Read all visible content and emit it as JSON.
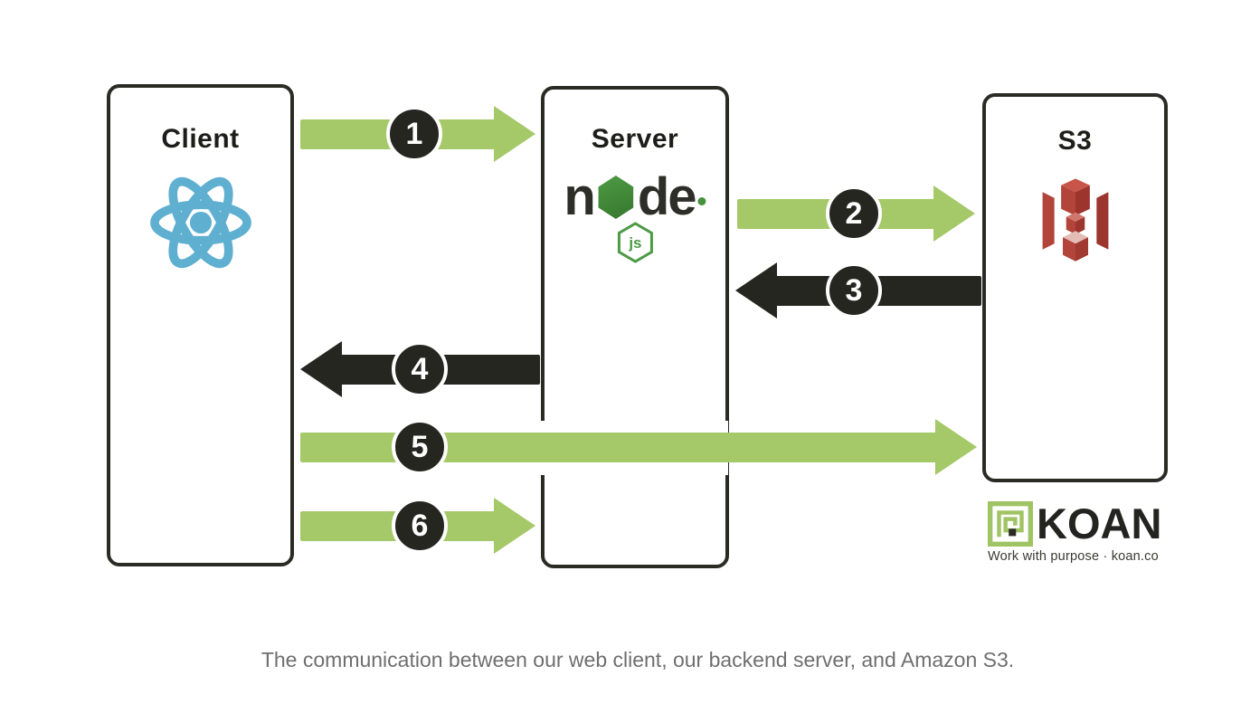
{
  "diagram": {
    "nodes": [
      {
        "id": "client",
        "label": "Client",
        "icon": "react-icon"
      },
      {
        "id": "server",
        "label": "Server",
        "icon": "nodejs-icon"
      },
      {
        "id": "s3",
        "label": "S3",
        "icon": "s3-bucket-icon"
      }
    ],
    "arrows": [
      {
        "number": "1",
        "from": "client",
        "to": "server",
        "color": "green",
        "direction": "right"
      },
      {
        "number": "2",
        "from": "server",
        "to": "s3",
        "color": "green",
        "direction": "right"
      },
      {
        "number": "3",
        "from": "s3",
        "to": "server",
        "color": "black",
        "direction": "left"
      },
      {
        "number": "4",
        "from": "server",
        "to": "client",
        "color": "black",
        "direction": "left"
      },
      {
        "number": "5",
        "from": "client",
        "to": "s3",
        "color": "green",
        "direction": "right"
      },
      {
        "number": "6",
        "from": "client",
        "to": "server",
        "color": "green",
        "direction": "right"
      }
    ],
    "colors": {
      "arrow_green": "#a5c969",
      "arrow_black": "#262621",
      "box_border": "#2b2b26",
      "react_blue": "#5fafd1",
      "node_green": "#44923e",
      "s3_red": "#b2443b",
      "koan_green": "#a0c464"
    }
  },
  "nodejs_logo": {
    "n": "n",
    "d": "d",
    "e": "e",
    "badge": "js"
  },
  "branding": {
    "name": "KOAN",
    "tagline": "Work with purpose · koan.co"
  },
  "caption": "The communication between our web client, our backend server, and Amazon S3."
}
